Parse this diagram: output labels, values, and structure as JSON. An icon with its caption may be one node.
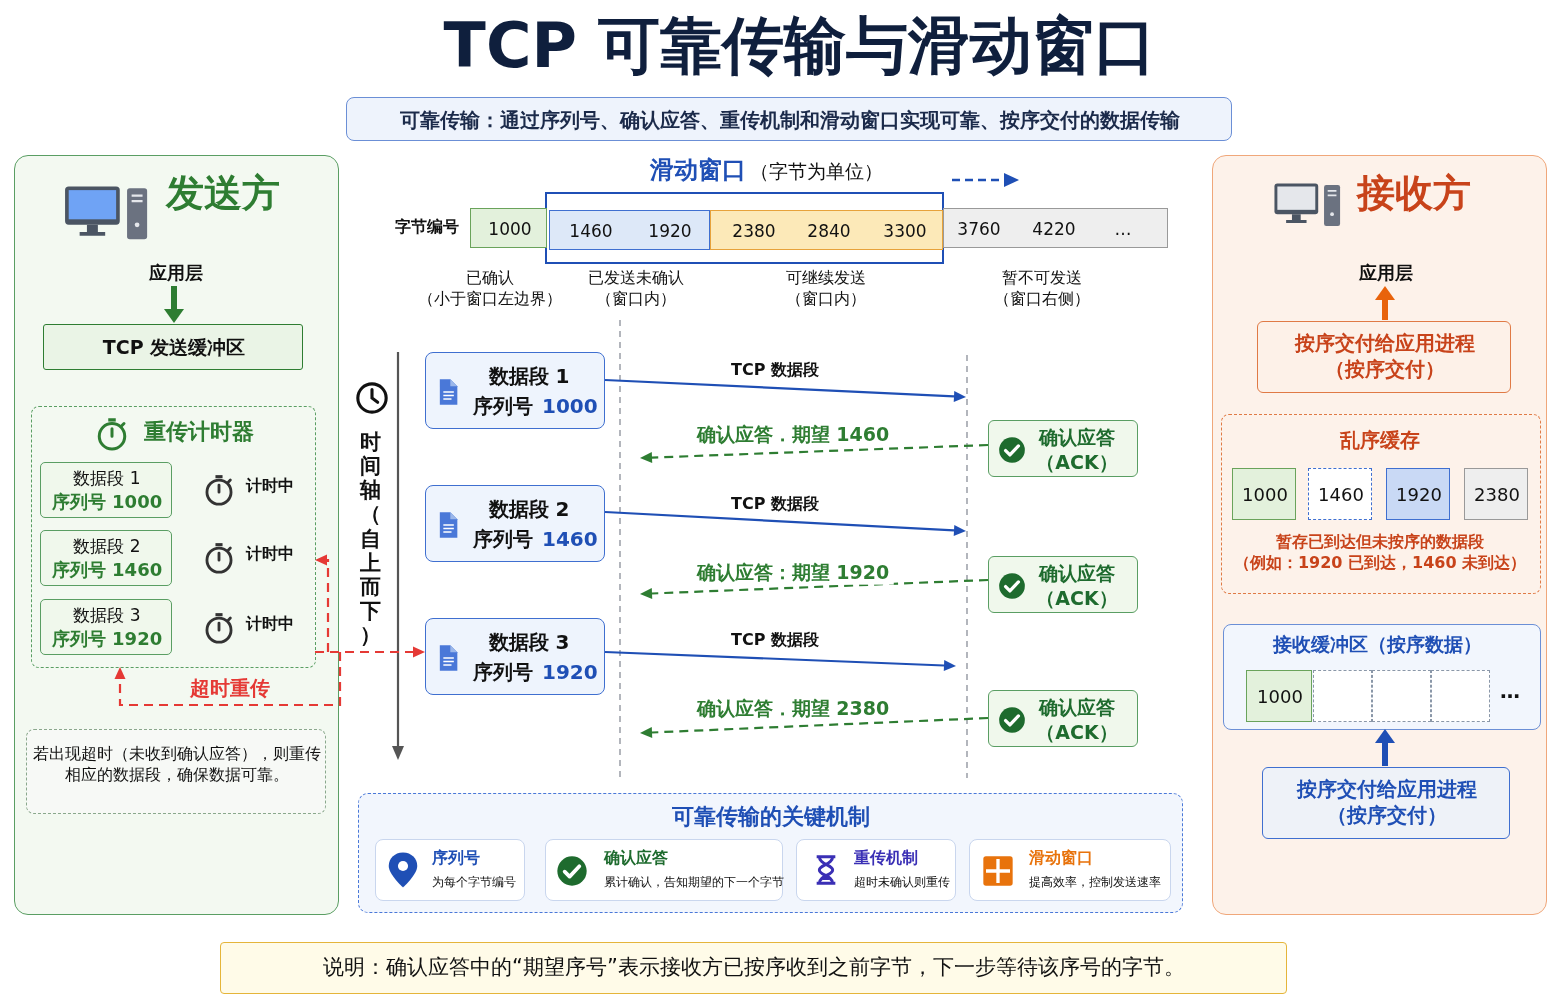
{
  "diagram": {
    "title": "TCP 可靠传输与滑动窗口",
    "nodes": [
      {
        "text": [
          "可靠传输：通过序列号、确认应答、重传机制和滑动窗口实现可靠、按序交付的数据传输"
        ]
      },
      {
        "text": [
          "发送方"
        ]
      },
      {
        "text": [
          "应用层"
        ],
        "in": 1
      },
      {
        "text": [
          "TCP 发送缓冲区"
        ],
        "in": 1
      },
      {
        "text": [
          "重传计时器"
        ],
        "in": 1
      },
      {
        "text": [
          "数据段 1",
          "序列号 1000"
        ],
        "in": 4,
        "beside": [
          "计时中"
        ]
      },
      {
        "text": [
          "数据段 2",
          "序列号 1460"
        ],
        "in": 4,
        "beside": [
          "计时中"
        ]
      },
      {
        "text": [
          "数据段 3",
          "序列号 1920"
        ],
        "in": 4,
        "beside": [
          "计时中"
        ]
      },
      {
        "text": [
          "若出现超时（未收到确认应答），则重传相应的数据段，确保数据可靠。"
        ],
        "in": 1
      },
      {
        "text": [
          "滑动窗口",
          "（字节为单位）"
        ]
      },
      {
        "text": [
          "1000"
        ],
        "beside": [
          "已确认（小于窗口左边界）"
        ]
      },
      {
        "text": [
          "1460",
          "1920"
        ],
        "in": 9,
        "beside": [
          "已发送未确认（窗口内）"
        ]
      },
      {
        "text": [
          "2380",
          "2840",
          "3300"
        ],
        "in": 9,
        "beside": [
          "可继续发送（窗口内）"
        ]
      },
      {
        "text": [
          "3760",
          "4220",
          "…"
        ],
        "beside": [
          "暂不可发送（窗口右侧）"
        ]
      },
      {
        "text": [
          "数据段 1",
          "序列号",
          "1000"
        ]
      },
      {
        "text": [
          "确认应答（ACK）"
        ]
      },
      {
        "text": [
          "数据段 2",
          "序列号",
          "1460"
        ]
      },
      {
        "text": [
          "确认应答（ACK）"
        ]
      },
      {
        "text": [
          "数据段 3",
          "序列号",
          "1920"
        ]
      },
      {
        "text": [
          "确认应答（ACK）"
        ]
      },
      {
        "text": [
          "可靠传输的关键机制"
        ]
      },
      {
        "text": [
          "序列号",
          "为每个字节编号"
        ],
        "in": 20
      },
      {
        "text": [
          "确认应答",
          "累计确认，告知期望的下一个字节"
        ],
        "in": 20
      },
      {
        "text": [
          "重传机制",
          "超时未确认则重传"
        ],
        "in": 20
      },
      {
        "text": [
          "滑动窗口",
          "提高效率，控制发送速率"
        ],
        "in": 20
      },
      {
        "text": [
          "接收方"
        ]
      },
      {
        "text": [
          "应用层"
        ],
        "in": 25
      },
      {
        "text": [
          "按序交付给应用进程（按序交付）"
        ],
        "in": 25
      },
      {
        "text": [
          "乱序缓存",
          "暂存已到达但未按序的数据段（例如：1920 已到达，1460 未到达）"
        ],
        "in": 25
      },
      {
        "text": [
          "1000"
        ],
        "in": 28
      },
      {
        "text": [
          "1460"
        ],
        "in": 28
      },
      {
        "text": [
          "1920"
        ],
        "in": 28
      },
      {
        "text": [
          "2380"
        ],
        "in": 28
      },
      {
        "text": [
          "接收缓冲区（按序数据）"
        ],
        "in": 25
      },
      {
        "text": [
          "1000"
        ],
        "in": 33
      },
      {
        "text": [],
        "shape": "box",
        "in": 33
      },
      {
        "text": [],
        "shape": "box",
        "in": 33
      },
      {
        "text": [],
        "shape": "box",
        "in": 33
      },
      {
        "text": [
          "按序交付给应用进程（按序交付）"
        ],
        "in": 25
      },
      {
        "text": [
          "说明：确认应答中的“期望序号”表示接收方已按序收到之前字节，下一步等待该序号的字节。"
        ]
      }
    ],
    "edges": [
      {
        "from": 2,
        "to": 3,
        "arrow": "to",
        "style": "thick",
        "color": "#2e7d32"
      },
      {
        "from": 14,
        "to": null,
        "arrow": "to",
        "label": "TCP 数据段",
        "color": "#1f4fb5"
      },
      {
        "from": 15,
        "to": null,
        "arrow": "to",
        "label": "确认应答．期望 1460",
        "style": "dashed",
        "color": "#2e7d32"
      },
      {
        "from": 16,
        "to": null,
        "arrow": "to",
        "label": "TCP 数据段",
        "color": "#1f4fb5"
      },
      {
        "from": 17,
        "to": null,
        "arrow": "to",
        "label": "确认应答：期望 1920",
        "style": "dashed",
        "color": "#2e7d32"
      },
      {
        "from": 18,
        "to": null,
        "arrow": "to",
        "label": "TCP 数据段",
        "color": "#1f4fb5"
      },
      {
        "from": 19,
        "to": null,
        "arrow": "to",
        "label": "确认应答．期望 2380",
        "style": "dashed",
        "color": "#2e7d32"
      },
      {
        "from": 4,
        "to": 18,
        "arrow": "to",
        "style": "dashed",
        "color": "#e53935"
      },
      {
        "from": null,
        "to": 4,
        "arrow": "to",
        "label": "超时重传",
        "style": "dashed",
        "color": "#e53935"
      },
      {
        "from": null,
        "to": 4,
        "arrow": "to",
        "style": "dashed",
        "color": "#e53935"
      },
      {
        "from": 27,
        "to": 26,
        "arrow": "to",
        "style": "thick",
        "color": "#e8630c"
      },
      {
        "from": 38,
        "to": 33,
        "arrow": "to",
        "style": "thick",
        "color": "#1f4fb5"
      }
    ],
    "labels": [
      "字节编号",
      "时间轴（自上而下）",
      "…"
    ]
  }
}
